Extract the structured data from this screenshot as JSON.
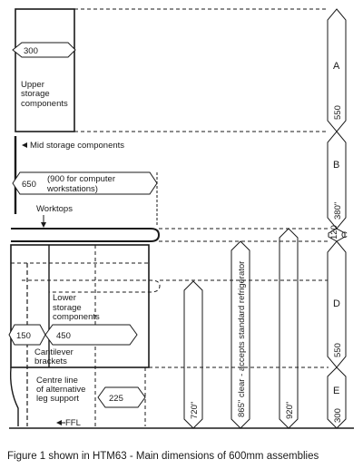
{
  "labels": {
    "upper": [
      "Upper",
      "storage",
      "components"
    ],
    "mid": "Mid storage components",
    "note900": [
      "(900 for computer",
      "workstations)"
    ],
    "worktops": "Worktops",
    "lower": [
      "Lower",
      "storage",
      "components"
    ],
    "cantilever": [
      "Cantilever",
      "brackets"
    ],
    "centreline": [
      "Centre line",
      "of alternative",
      "leg support"
    ],
    "ffl": "FFL",
    "fridge": "865\" clear - accepts standard refrigerator"
  },
  "dims": {
    "d300": "300",
    "d650": "650",
    "d150": "150",
    "d450": "450",
    "d225": "225",
    "d720": "720\"",
    "d920": "920\""
  },
  "zones": {
    "a": "A",
    "a_val": "550",
    "b": "B",
    "b_val": "380\"",
    "c": "C",
    "c_val": "120",
    "d": "D",
    "d_val": "550",
    "e": "E",
    "e_val": "300"
  },
  "caption": "Figure 1 shown in HTM63 - Main dimensions of 600mm assemblies"
}
